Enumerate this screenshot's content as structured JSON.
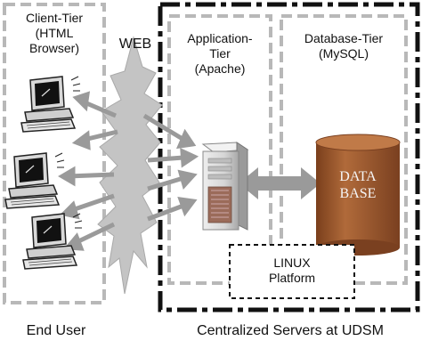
{
  "tiers": {
    "client": {
      "title": "Client-Tier",
      "line2": "(HTML",
      "line3": "Browser)"
    },
    "application": {
      "title": "Application-",
      "line2": "Tier",
      "line3": "(Apache)"
    },
    "database": {
      "title": "Database-Tier",
      "line2": "(MySQL)"
    }
  },
  "network": {
    "label": "WEB"
  },
  "database_cylinder": {
    "line1": "DATA",
    "line2": "BASE"
  },
  "platform": {
    "line1": "LINUX",
    "line2": "Platform"
  },
  "footer": {
    "left": "End User",
    "right": "Centralized Servers at UDSM"
  },
  "colors": {
    "arrow": "#9a9a9a",
    "burst": "#c4c4c4",
    "database": "#9e5a2e",
    "dashed_border": "#b8b8b8",
    "frame": "#111111"
  }
}
